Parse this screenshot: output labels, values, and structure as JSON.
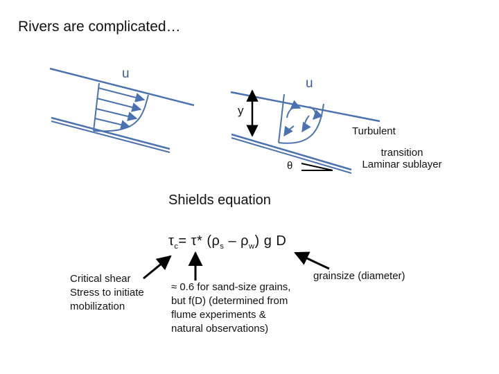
{
  "title": "Rivers are complicated…",
  "diagram": {
    "u_left": "u",
    "u_right": "u",
    "y_label": "y",
    "theta_label": "θ",
    "turbulent_label": "Turbulent",
    "transition_label": "transition",
    "laminar_label": "Laminar sublayer"
  },
  "shields": {
    "heading": "Shields equation",
    "tau_c": "τ",
    "tau_c_sub": "c",
    "eq_part1": "= τ* (ρ",
    "rho_s_sub": "s",
    "eq_part2": " – ρ",
    "rho_w_sub": "w",
    "eq_part3": ") g D"
  },
  "annotations": {
    "critical_shear": "Critical shear Stress to initiate mobilization",
    "tau_star_note": "≈ 0.6 for sand-size grains, but f(D) (determined from flume experiments & natural observations)",
    "grainsize": "grainsize (diameter)"
  },
  "colors": {
    "channel_line": "#4a72b0",
    "arrow": "#4a72b0",
    "eddy": "#4a72b0",
    "black": "#000000"
  }
}
